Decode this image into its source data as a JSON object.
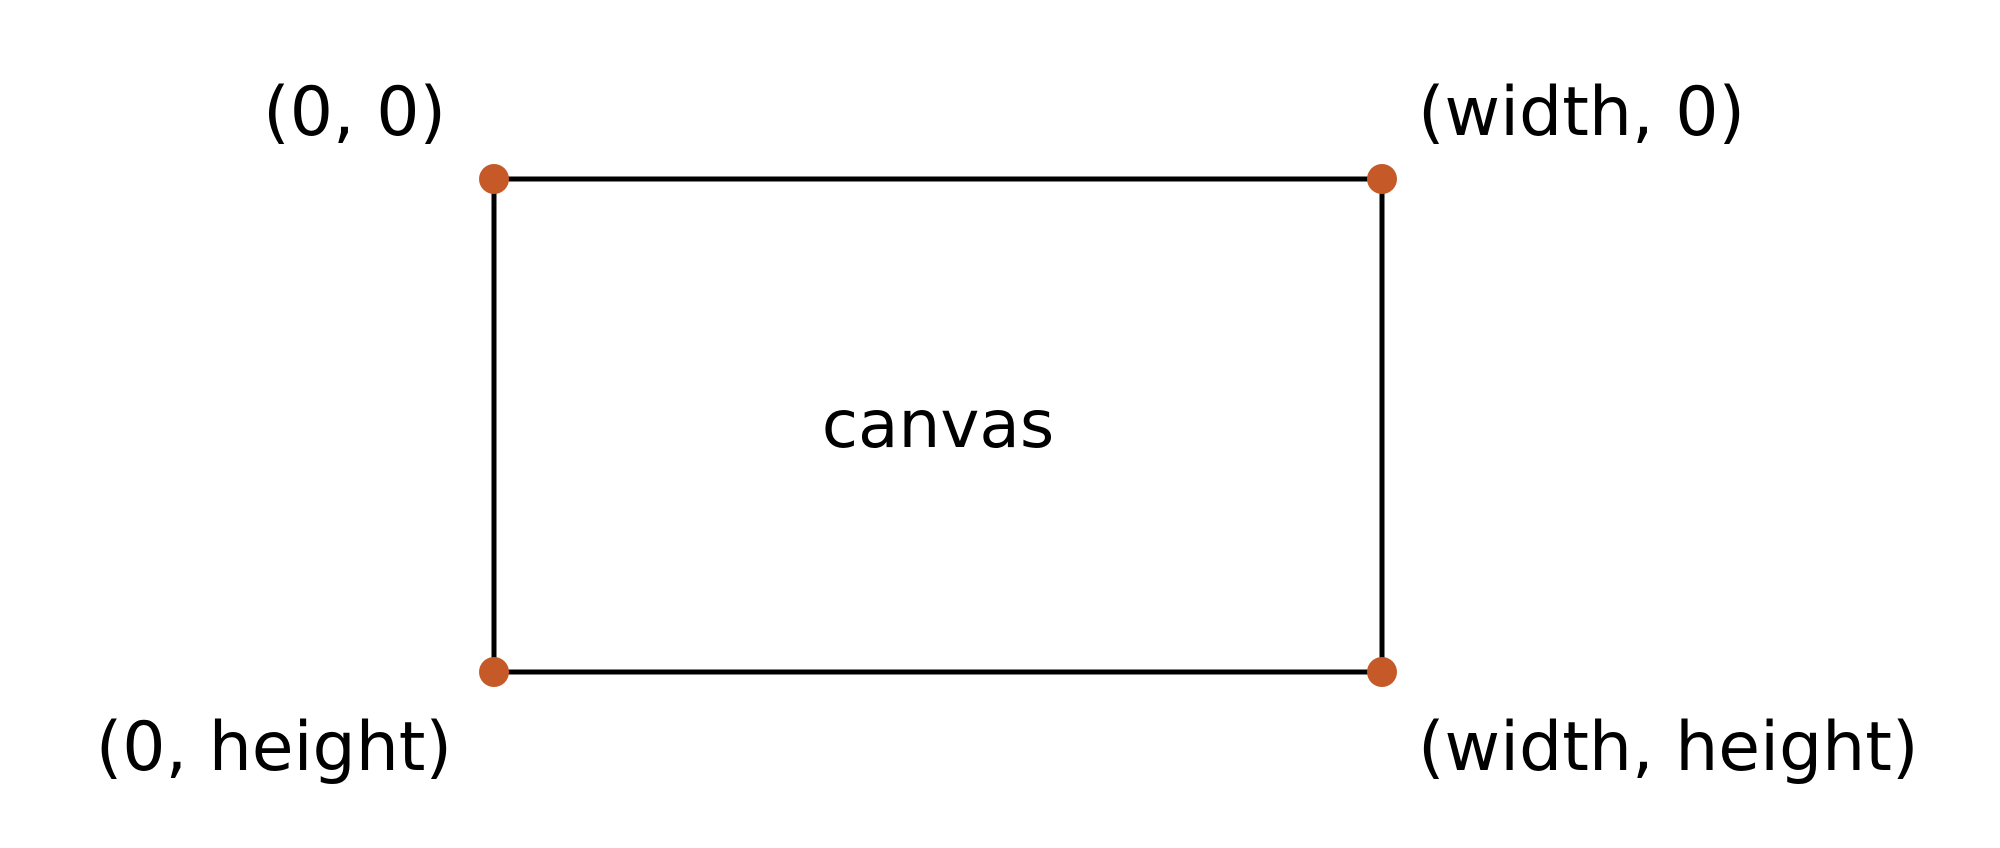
{
  "diagram": {
    "center_label": "canvas",
    "corners": {
      "top_left": "(0, 0)",
      "top_right": "(width, 0)",
      "bottom_left": "(0, height)",
      "bottom_right": "(width, height)"
    }
  },
  "colors": {
    "border": "#000000",
    "corner_point": "#c55a28",
    "background": "#ffffff"
  }
}
